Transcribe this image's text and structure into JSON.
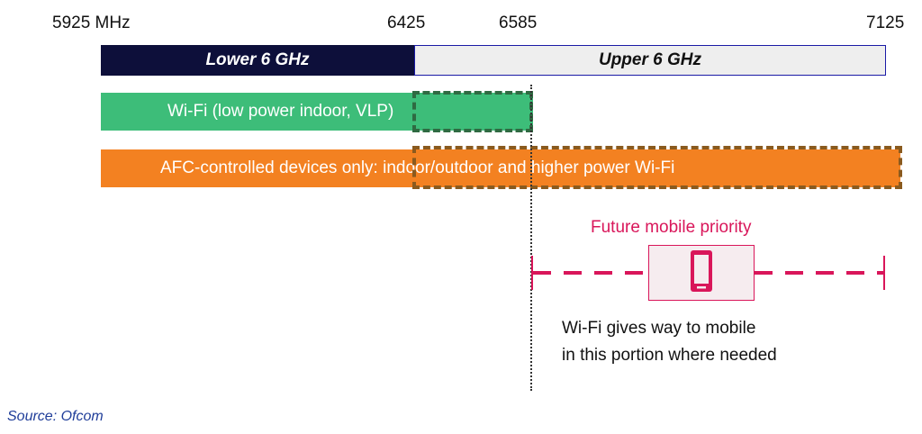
{
  "frequencies": {
    "f1": "5925 MHz",
    "f2": "6425",
    "f3": "6585",
    "f4": "7125"
  },
  "bands": {
    "lower": "Lower 6 GHz",
    "upper": "Upper 6 GHz"
  },
  "allocations": {
    "wifi": "Wi-Fi (low power indoor, VLP)",
    "afc": "AFC-controlled devices only: indoor/outdoor and higher power Wi-Fi"
  },
  "mobile": {
    "title": "Future mobile priority",
    "icon": "smartphone-icon",
    "note_line1": "Wi-Fi gives way to mobile",
    "note_line2": "in this portion where needed"
  },
  "source": "Source: Ofcom",
  "colors": {
    "lower_band": "#0d0f3a",
    "upper_band": "#eeeeee",
    "wifi": "#3dbd79",
    "afc": "#f38121",
    "mobile": "#d9165a"
  }
}
